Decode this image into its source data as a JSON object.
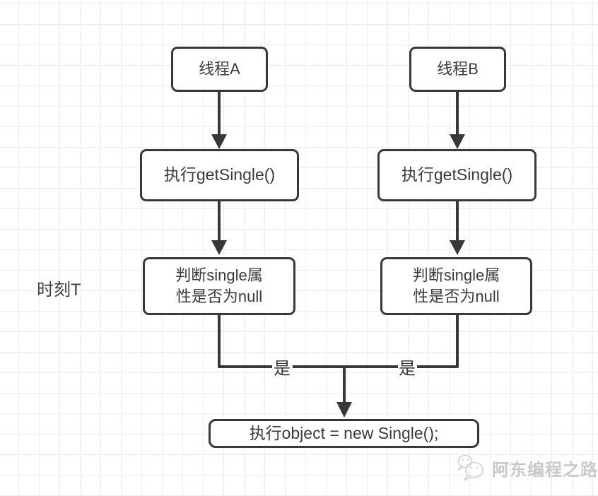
{
  "canvas": {
    "background": "#ffffff",
    "grid_color": "#ededed",
    "stroke_color": "#383838",
    "text_color": "#3a3a3a"
  },
  "annotation": {
    "time_label": "时刻T"
  },
  "nodes": {
    "thread_a": {
      "label": "线程A"
    },
    "thread_b": {
      "label": "线程B"
    },
    "exec_a": {
      "label": "执行getSingle()"
    },
    "exec_b": {
      "label": "执行getSingle()"
    },
    "check_a": {
      "line1": "判断single属",
      "line2": "性是否为null"
    },
    "check_b": {
      "line1": "判断single属",
      "line2": "性是否为null"
    },
    "final": {
      "label": "执行object = new Single();"
    }
  },
  "edges": {
    "yes_left": "是",
    "yes_right": "是"
  },
  "watermark": {
    "text": "阿东编程之路",
    "icon": "wechat-bubbles-icon",
    "color": "#c9c9c9"
  }
}
